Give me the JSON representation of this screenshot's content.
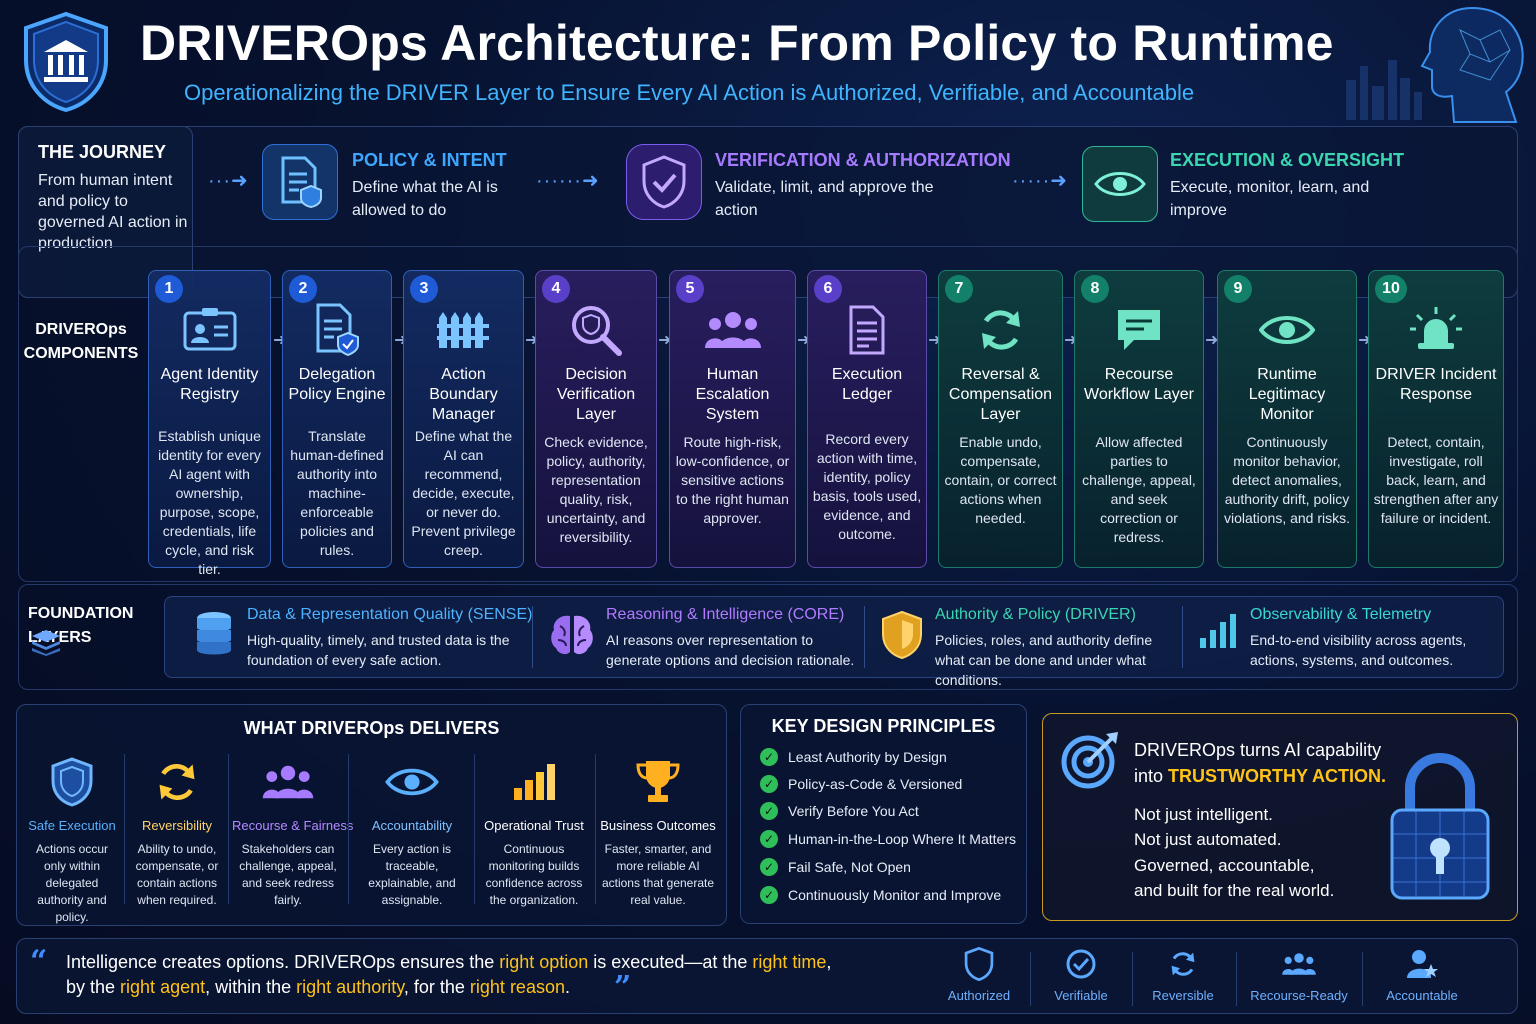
{
  "header": {
    "title": "DRIVEROps Architecture: From Policy to Runtime",
    "subtitle": "Operationalizing the DRIVER Layer to Ensure Every AI Action is Authorized, Verifiable, and Accountable",
    "shield_icon": "bank-shield-icon",
    "head_icon": "ai-head-icon"
  },
  "journey": {
    "title": "THE JOURNEY",
    "text": "From human intent and policy to governed AI action in production",
    "stages": [
      {
        "title": "POLICY & INTENT",
        "text": "Define what the AI is allowed to do",
        "color": "#3fa7ff",
        "icon": "document-shield-icon"
      },
      {
        "title": "VERIFICATION & AUTHORIZATION",
        "text": "Validate, limit, and approve the action",
        "color": "#a77bff",
        "icon": "check-shield-icon"
      },
      {
        "title": "EXECUTION & OVERSIGHT",
        "text": "Execute, monitor, learn, and improve",
        "color": "#3ad6b0",
        "icon": "eye-icon"
      }
    ]
  },
  "components": {
    "label": "DRIVEROps COMPONENTS",
    "items": [
      {
        "num": "1",
        "title": "Agent Identity Registry",
        "text": "Establish unique identity for every AI agent with ownership, purpose, scope, credentials, life cycle, and risk tier.",
        "icon": "id-card-icon",
        "theme": "blue"
      },
      {
        "num": "2",
        "title": "Delegation Policy Engine",
        "text": "Translate human-defined authority into machine-enforceable policies and rules.",
        "icon": "policy-document-icon",
        "theme": "blue"
      },
      {
        "num": "3",
        "title": "Action Boundary Manager",
        "text": "Define what the AI can recommend, decide, execute, or never do. Prevent privilege creep.",
        "icon": "fence-icon",
        "theme": "blue"
      },
      {
        "num": "4",
        "title": "Decision Verification Layer",
        "text": "Check evidence, policy, authority, representation quality, risk, uncertainty, and reversibility.",
        "icon": "magnifier-shield-icon",
        "theme": "purple"
      },
      {
        "num": "5",
        "title": "Human Escalation System",
        "text": "Route high-risk, low-confidence, or sensitive actions to the right human approver.",
        "icon": "people-icon",
        "theme": "purple"
      },
      {
        "num": "6",
        "title": "Execution Ledger",
        "text": "Record every action with time, identity, policy basis, tools used, evidence, and outcome.",
        "icon": "ledger-icon",
        "theme": "purple"
      },
      {
        "num": "7",
        "title": "Reversal & Compensation Layer",
        "text": "Enable undo, compensate, contain, or correct actions when needed.",
        "icon": "refresh-icon",
        "theme": "green"
      },
      {
        "num": "8",
        "title": "Recourse Workflow Layer",
        "text": "Allow affected parties to challenge, appeal, and seek correction or redress.",
        "icon": "chat-icon",
        "theme": "green"
      },
      {
        "num": "9",
        "title": "Runtime Legitimacy Monitor",
        "text": "Continuously monitor behavior, detect anomalies, authority drift, policy violations, and risks.",
        "icon": "eye-icon",
        "theme": "green"
      },
      {
        "num": "10",
        "title": "DRIVER Incident Response",
        "text": "Detect, contain, investigate, roll back, learn, and strengthen after any failure or incident.",
        "icon": "alarm-icon",
        "theme": "green"
      }
    ]
  },
  "foundation": {
    "label": "FOUNDATION LAYERS",
    "items": [
      {
        "title": "Data & Representation Quality (SENSE)",
        "text": "High-quality, timely, and trusted data is the foundation of every safe action.",
        "color": "#4fb2ff",
        "icon": "database-icon"
      },
      {
        "title": "Reasoning & Intelligence (CORE)",
        "text": "AI reasons over representation to generate options and decision rationale.",
        "color": "#b17bff",
        "icon": "brain-icon"
      },
      {
        "title": "Authority & Policy (DRIVER)",
        "text": "Policies, roles, and authority define what can be done and under what conditions.",
        "color": "#3ad6b0",
        "icon": "gold-shield-icon"
      },
      {
        "title": "Observability & Telemetry",
        "text": "End-to-end visibility across agents, actions, systems, and outcomes.",
        "color": "#3ad6d0",
        "icon": "bar-chart-icon"
      }
    ]
  },
  "delivers": {
    "title": "WHAT DRIVEROps DELIVERS",
    "items": [
      {
        "title": "Safe Execution",
        "text": "Actions occur only within delegated authority and policy.",
        "color": "#5ab0ff",
        "icon": "shield-icon"
      },
      {
        "title": "Reversibility",
        "text": "Ability to undo, compensate, or contain actions when required.",
        "color": "#ffd36a",
        "icon": "refresh-icon"
      },
      {
        "title": "Recourse & Fairness",
        "text": "Stakeholders can challenge, appeal, and seek redress fairly.",
        "color": "#b58bff",
        "icon": "people-icon"
      },
      {
        "title": "Accountability",
        "text": "Every action is traceable, explainable, and assignable.",
        "color": "#7fc2ff",
        "icon": "eye-icon"
      },
      {
        "title": "Operational Trust",
        "text": "Continuous monitoring builds confidence across the organization.",
        "color": "#ffffff",
        "icon": "bar-chart-icon"
      },
      {
        "title": "Business Outcomes",
        "text": "Faster, smarter, and more reliable AI actions that generate real value.",
        "color": "#ffffff",
        "icon": "trophy-icon"
      }
    ]
  },
  "principles": {
    "title": "KEY DESIGN PRINCIPLES",
    "items": [
      "Least Authority by Design",
      "Policy-as-Code & Versioned",
      "Verify Before You Act",
      "Human-in-the-Loop Where It Matters",
      "Fail Safe, Not Open",
      "Continuously Monitor and Improve"
    ]
  },
  "trust": {
    "line1": "DRIVEROps turns AI capability",
    "line2a": "into",
    "line2b": "TRUSTWORTHY ACTION.",
    "lines": [
      "Not just intelligent.",
      "Not just automated.",
      "Governed, accountable,",
      "and built for the real world."
    ],
    "target_icon": "target-icon",
    "lock_icon": "padlock-icon"
  },
  "quote": {
    "open": "“",
    "close": "”",
    "l1a": "Intelligence creates options. DRIVEROps ensures the ",
    "l1b": "right option",
    "l1c": " is executed—at the ",
    "l1d": "right time",
    "l1e": ",",
    "l2a": "by the ",
    "l2b": "right agent",
    "l2c": ", within the ",
    "l2d": "right authority",
    "l2e": ", for the ",
    "l2f": "right reason",
    "l2g": ".",
    "badges": [
      {
        "label": "Authorized",
        "icon": "shield-icon"
      },
      {
        "label": "Verifiable",
        "icon": "check-circle-icon"
      },
      {
        "label": "Reversible",
        "icon": "refresh-icon"
      },
      {
        "label": "Recourse-Ready",
        "icon": "people-icon"
      },
      {
        "label": "Accountable",
        "icon": "person-star-icon"
      }
    ]
  }
}
